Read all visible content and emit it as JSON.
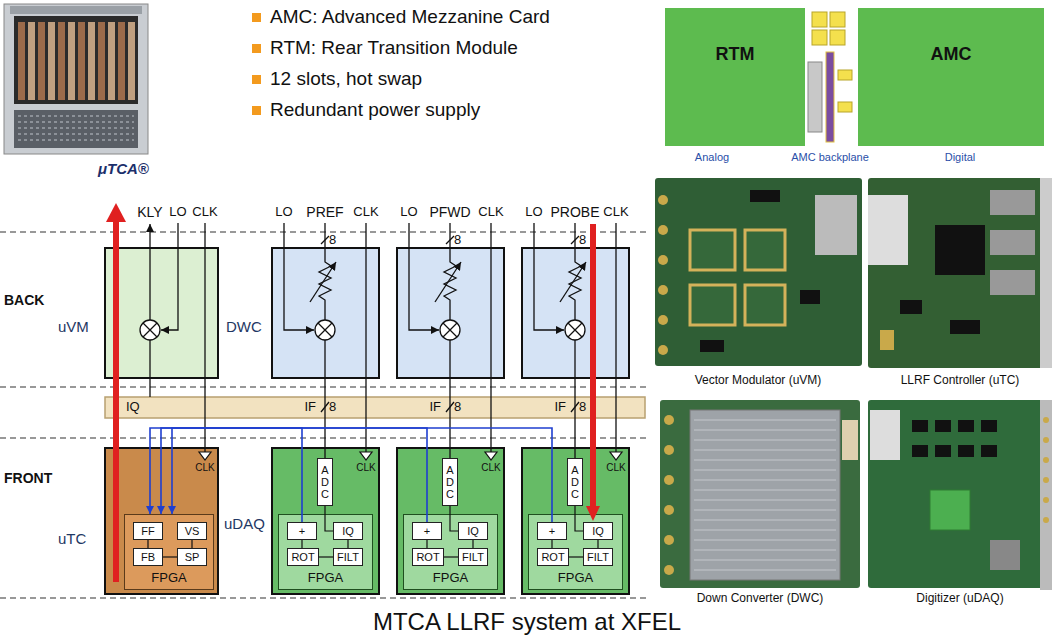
{
  "diagram": {
    "caption": "MTCA LLRF system at XFEL",
    "nodes": [
      {
        "text": [
          "RTM"
        ]
      },
      {
        "text": [
          "AMC"
        ]
      },
      {
        "text": [
          "FPGA"
        ]
      },
      {
        "text": [
          "FF"
        ],
        "in": 2
      },
      {
        "text": [
          "VS"
        ],
        "in": 2
      },
      {
        "text": [
          "FB"
        ],
        "in": 2
      },
      {
        "text": [
          "SP"
        ],
        "in": 2
      },
      {
        "text": [
          "ADC"
        ]
      },
      {
        "text": [
          "FPGA"
        ]
      },
      {
        "text": [
          "+"
        ],
        "in": 8
      },
      {
        "text": [
          "IQ"
        ],
        "in": 8
      },
      {
        "text": [
          "ROT"
        ],
        "in": 8
      },
      {
        "text": [
          "FILT"
        ],
        "in": 8
      },
      {
        "text": [
          "ADC"
        ]
      },
      {
        "text": [
          "FPGA"
        ]
      },
      {
        "text": [
          "+"
        ],
        "in": 14
      },
      {
        "text": [
          "IQ"
        ],
        "in": 14
      },
      {
        "text": [
          "ROT"
        ],
        "in": 14
      },
      {
        "text": [
          "FILT"
        ],
        "in": 14
      },
      {
        "text": [
          "ADC"
        ]
      },
      {
        "text": [
          "FPGA"
        ]
      },
      {
        "text": [
          "+"
        ],
        "in": 20
      },
      {
        "text": [
          "IQ"
        ],
        "in": 20
      },
      {
        "text": [
          "ROT"
        ],
        "in": 20
      },
      {
        "text": [
          "FILT"
        ],
        "in": 20
      }
    ],
    "edges": [
      {
        "from": 3,
        "to": 5,
        "arrow": "none"
      },
      {
        "from": 5,
        "to": 6,
        "arrow": "none"
      },
      {
        "from": 6,
        "to": 4,
        "arrow": "none"
      },
      {
        "from": 7,
        "to": 10,
        "arrow": "none"
      },
      {
        "from": 10,
        "to": 12,
        "arrow": "none"
      },
      {
        "from": 12,
        "to": 11,
        "arrow": "none"
      },
      {
        "from": 11,
        "to": 9,
        "arrow": "none"
      },
      {
        "from": 13,
        "to": 16,
        "arrow": "none"
      },
      {
        "from": 16,
        "to": 18,
        "arrow": "none"
      },
      {
        "from": 18,
        "to": 17,
        "arrow": "none"
      },
      {
        "from": 17,
        "to": 15,
        "arrow": "none"
      },
      {
        "from": 19,
        "to": 22,
        "arrow": "none"
      },
      {
        "from": 22,
        "to": 24,
        "arrow": "none"
      },
      {
        "from": 24,
        "to": 23,
        "arrow": "none"
      },
      {
        "from": 23,
        "to": 21,
        "arrow": "none"
      },
      {
        "from": 9,
        "to": 2,
        "arrow": "to"
      },
      {
        "from": 15,
        "to": 2,
        "arrow": "to"
      },
      {
        "from": 21,
        "to": 2,
        "arrow": "to"
      }
    ],
    "labels": [
      "AMC: Advanced Mezzanine Card",
      "RTM: Rear Transition Module",
      "12 slots, hot swap",
      "Redundant power supply",
      "μTCA®",
      "Analog",
      "AMC backplane",
      "Digital",
      "KLY",
      "LO",
      "CLK",
      "PREF",
      "LO",
      "CLK",
      "8",
      "PFWD",
      "LO",
      "CLK",
      "8",
      "PROBE",
      "LO",
      "CLK",
      "8",
      "BACK",
      "uVM",
      "DWC",
      "IQ",
      "IF",
      "8",
      "IF",
      "8",
      "IF",
      "8",
      "FRONT",
      "uTC",
      "uDAQ",
      "CLK",
      "CLK",
      "CLK",
      "CLK",
      "Vector Modulator (uVM)",
      "LLRF Controller (uTC)",
      "Down Converter (DWC)",
      "Digitizer (uDAQ)"
    ]
  }
}
